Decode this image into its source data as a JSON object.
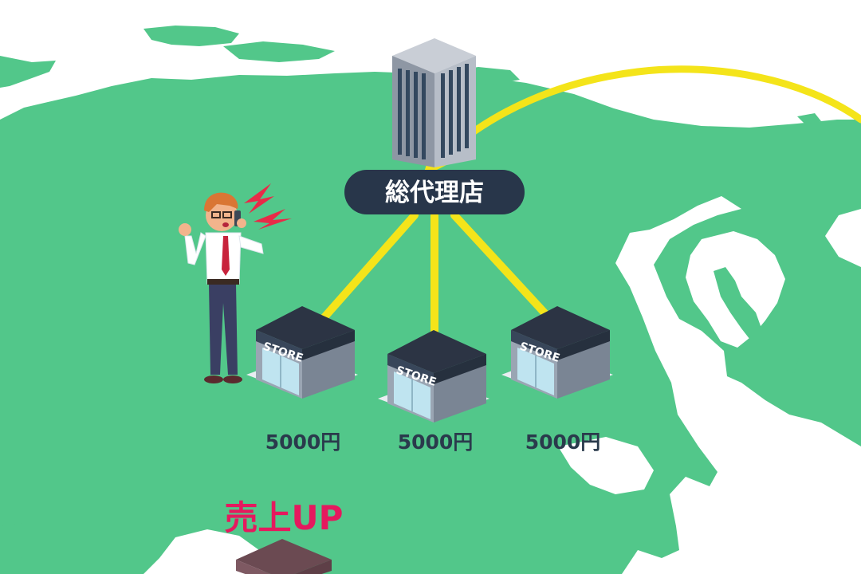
{
  "headquarters": {
    "label": "総代理店"
  },
  "stores": [
    {
      "sign": "STORE",
      "price": "5000円"
    },
    {
      "sign": "STORE",
      "price": "5000円"
    },
    {
      "sign": "STORE",
      "price": "5000円"
    }
  ],
  "sales": {
    "label": "売上UP",
    "color": "#e5195e"
  },
  "colors": {
    "land": "#52c78a",
    "link_line": "#f4e41a",
    "hq_pill": "#28364a"
  },
  "icons": {
    "person": "businessman-on-phone-icon",
    "alert": "lightning-alert-icon",
    "building": "office-building-icon",
    "store": "store-building-icon"
  }
}
